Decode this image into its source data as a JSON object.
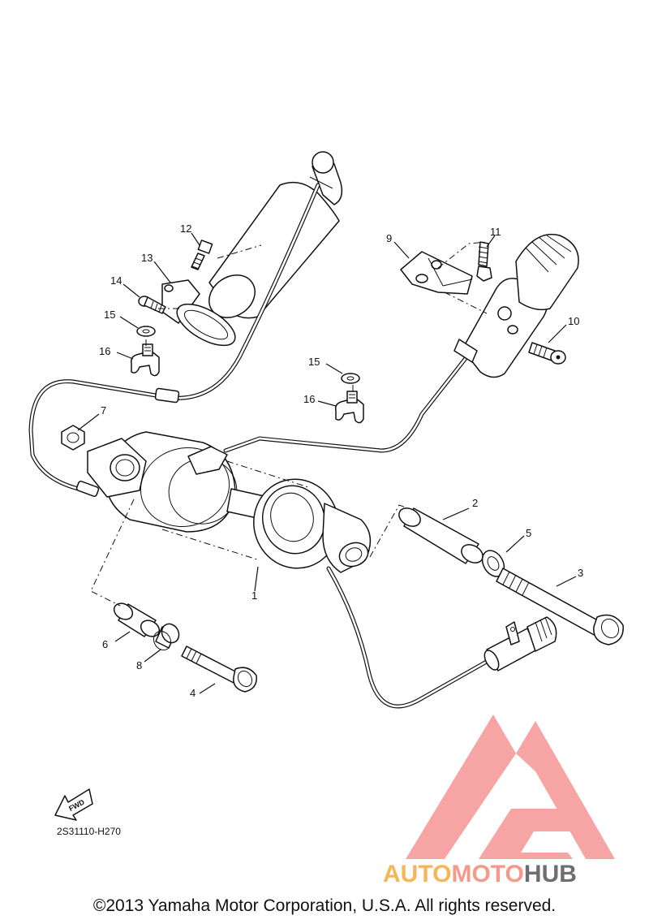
{
  "diagram": {
    "callouts": [
      "1",
      "2",
      "3",
      "4",
      "5",
      "6",
      "7",
      "8",
      "9",
      "10",
      "11",
      "12",
      "13",
      "14",
      "15",
      "16",
      "15",
      "16"
    ],
    "fwd_label": "FWD",
    "ref_code": "2S31110-H270"
  },
  "watermark": {
    "part1": "AUTO",
    "part2": "MOTO",
    "part3": "HUB",
    "colors": {
      "auto": "#f5b65a",
      "moto": "#f59a8a",
      "hub": "#6e6e6e",
      "triangle": "#f7a4a4"
    }
  },
  "footer": {
    "copyright": "©2013 Yamaha Motor Corporation, U.S.A. All rights reserved."
  }
}
